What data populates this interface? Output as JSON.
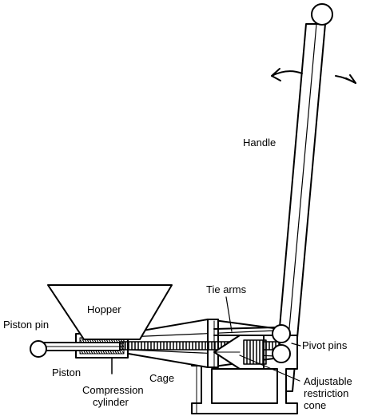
{
  "colors": {
    "ink": "#000000",
    "paper": "#ffffff"
  },
  "icons": [
    "left-arrow-icon",
    "right-arrow-icon"
  ],
  "labels": {
    "handle": "Handle",
    "hopper": "Hopper",
    "tie_arms": "Tie arms",
    "piston_pin": "Piston pin",
    "pivot_pins": "Pivot pins",
    "piston": "Piston",
    "cage": "Cage",
    "compression_cylinder_line1": "Compression",
    "compression_cylinder_line2": "cylinder",
    "adjustable_line1": "Adjustable",
    "adjustable_line2": "restriction",
    "adjustable_line3": "cone"
  }
}
